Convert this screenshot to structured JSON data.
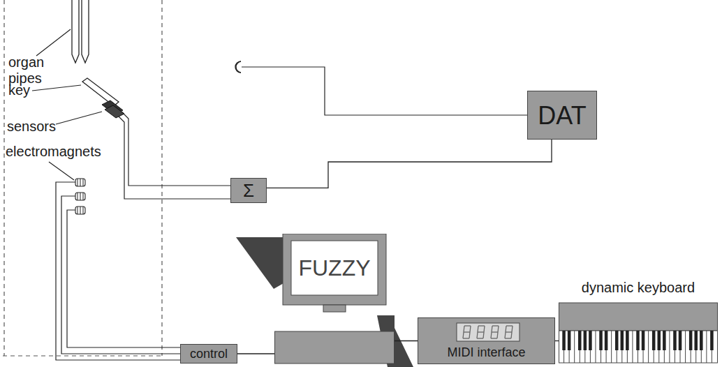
{
  "diagram": {
    "nodes": [
      {
        "text": [
          "DAT"
        ]
      },
      {
        "text": [
          "Σ"
        ]
      },
      {
        "text": [
          "FUZZY"
        ]
      },
      {
        "text": [
          "dynamic keyboard"
        ]
      },
      {
        "text": [
          "control"
        ]
      },
      {
        "text": [
          "MIDI interface"
        ]
      }
    ],
    "edges": [
      {
        "from": 1,
        "to": 0,
        "arrow": "none"
      },
      {
        "from": 4,
        "to": 2,
        "arrow": "none"
      },
      {
        "from": 2,
        "to": 5,
        "arrow": "none"
      },
      {
        "from": 5,
        "to": 3,
        "arrow": "none"
      }
    ],
    "labels": [
      "organ pipes",
      "key",
      "sensors",
      "electromagnets"
    ]
  }
}
